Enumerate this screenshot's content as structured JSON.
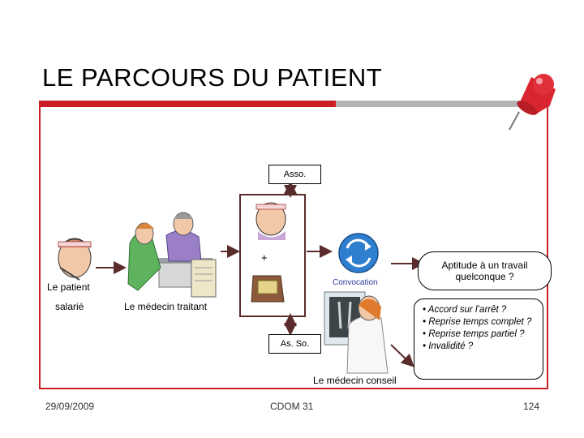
{
  "slide": {
    "title": "LE PARCOURS DU PATIENT",
    "colors": {
      "accent": "#cc1f25",
      "bar_grey": "#b4b4b4",
      "link_blue": "#2b3a99"
    }
  },
  "diagram": {
    "asso_box": "Asso.",
    "asso_so_box": "As. So.",
    "patient_label": "Le patient",
    "salarie_label": "salarié",
    "medecin_traitant_label": "Le médecin traitant",
    "plus_sign": "+",
    "convocation_label": "Convocation",
    "medecin_conseil_label": "Le médecin conseil",
    "aptitude_callout": "Aptitude à un travail quelconque ?",
    "outcomes": [
      "• Accord sur l’arrêt ?",
      "• Reprise temps complet ?",
      "• Reprise temps partiel ?",
      "• Invalidité ?"
    ],
    "icons": [
      "pushpin-icon",
      "sick-patient-icon",
      "doctor-consultation-icon",
      "recycle-arrows-icon",
      "mailbox-icon",
      "doctor-xray-icon"
    ]
  },
  "footer": {
    "date": "29/09/2009",
    "center": "CDOM 31",
    "page": "124"
  }
}
